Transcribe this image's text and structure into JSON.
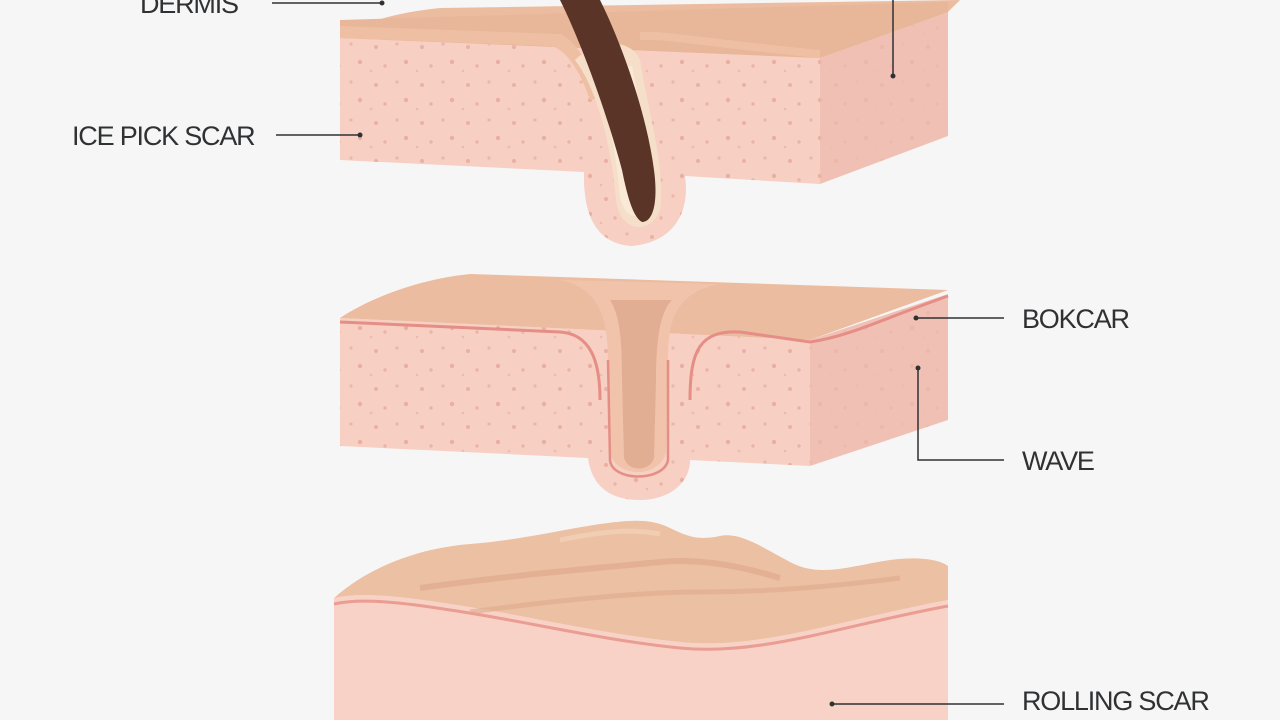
{
  "labels": {
    "top_left": "DERMIS",
    "ice_pick": "ICE PICK SCAR",
    "boxcar": "BOKCAR",
    "wave": "WAVE",
    "rolling": "ROLLING SCAR"
  },
  "colors": {
    "background": "#f7f6f6",
    "skin_top": "#e9b89b",
    "skin_side": "#f6cfc3",
    "skin_front": "#f8d2c6",
    "epidermis_line": "#e58e86",
    "hair": "#5a3427",
    "leader_line": "#2f3133"
  }
}
